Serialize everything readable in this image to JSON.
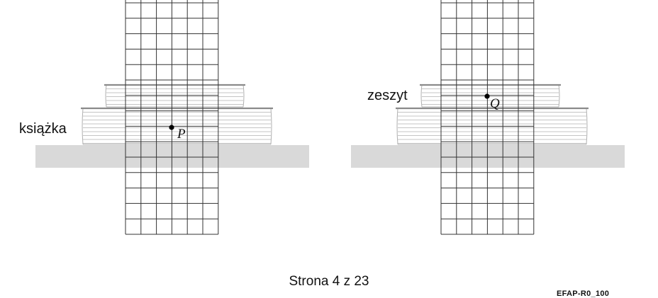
{
  "labels": {
    "book": "książka",
    "notebook": "zeszyt",
    "point_p": "P",
    "point_q": "Q"
  },
  "footer": {
    "page": "Strona 4 z 23",
    "code": "EFAP-R0_100"
  },
  "colors": {
    "table": "#d9d9d9",
    "grid": "#333333",
    "stack_lines": "#b0b0b0",
    "stack_top": "#8a8a8a"
  }
}
